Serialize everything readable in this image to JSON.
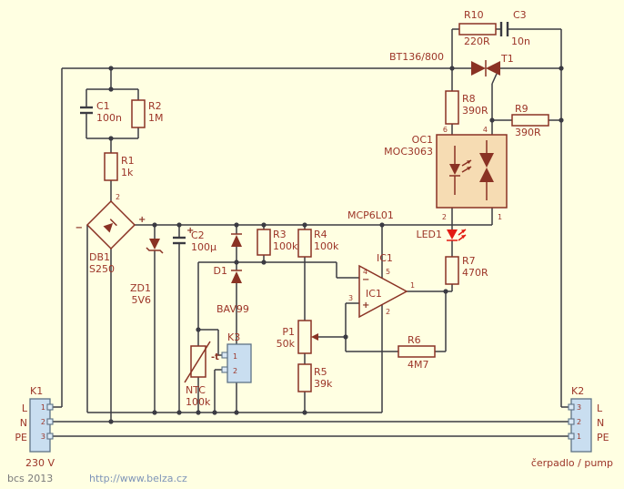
{
  "colors": {
    "background": "#ffffe2",
    "wire": "#3b3b43",
    "symbol": "#8a3224",
    "label": "#9c3528",
    "connector_fill": "#c9def0",
    "opto_fill": "#f6dcb3",
    "led_red": "#e31b12",
    "muted_text": "#7a7a7a",
    "link_text": "#7e94b8"
  },
  "components": {
    "r1": {
      "name": "R1",
      "value": "1k"
    },
    "r2": {
      "name": "R2",
      "value": "1M"
    },
    "r3": {
      "name": "R3",
      "value": "100k"
    },
    "r4": {
      "name": "R4",
      "value": "100k"
    },
    "r5": {
      "name": "R5",
      "value": "39k"
    },
    "r6": {
      "name": "R6",
      "value": "4M7"
    },
    "r7": {
      "name": "R7",
      "value": "470R"
    },
    "r8": {
      "name": "R8",
      "value": "390R"
    },
    "r9": {
      "name": "R9",
      "value": "390R"
    },
    "r10": {
      "name": "R10",
      "value": "220R"
    },
    "c1": {
      "name": "C1",
      "value": "100n"
    },
    "c2": {
      "name": "C2",
      "value": "100µ",
      "polarity": "+"
    },
    "c3": {
      "name": "C3",
      "value": "10n"
    },
    "zd1": {
      "name": "ZD1",
      "value": "5V6"
    },
    "d1": {
      "name": "D1",
      "value": "BAV99"
    },
    "db1": {
      "name": "DB1",
      "value": "S250",
      "plus": "+",
      "minus": "−",
      "pin_ac_top": "2"
    },
    "ntc": {
      "name": "NTC",
      "value": "100k",
      "mark": "-t"
    },
    "p1": {
      "name": "P1",
      "value": "50k"
    },
    "led1": {
      "name": "LED1"
    },
    "t1": {
      "name": "T1",
      "part": "BT136/800"
    },
    "oc1": {
      "name": "OC1",
      "part": "MOC3063",
      "pin1": "1",
      "pin2": "2",
      "pin4": "4",
      "pin6": "6"
    },
    "ic1": {
      "name": "IC1",
      "part": "MCP6L01",
      "inner_label": "IC1",
      "minus": "−",
      "plus": "+",
      "pin_out": "1",
      "pin_vss": "2",
      "pin_inp": "3",
      "pin_inm": "4",
      "pin_vdd": "5"
    }
  },
  "connectors": {
    "k1": {
      "name": "K1",
      "pins": [
        "1",
        "2",
        "3"
      ],
      "signals": [
        "L",
        "N",
        "PE"
      ],
      "note": "230 V"
    },
    "k2": {
      "name": "K2",
      "pins": [
        "3",
        "2",
        "1"
      ],
      "signals": [
        "L",
        "N",
        "PE"
      ],
      "note": "čerpadlo / pump"
    },
    "k3": {
      "name": "K3",
      "pins": [
        "1",
        "2"
      ]
    }
  },
  "footer": {
    "credit": "bcs 2013",
    "url": "http://www.belza.cz"
  }
}
